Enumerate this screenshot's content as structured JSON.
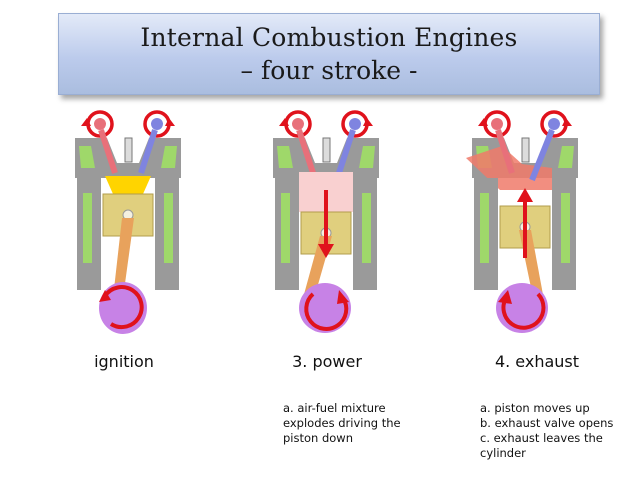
{
  "title": {
    "line1": "Internal Combustion Engines",
    "line2": "– four stroke -"
  },
  "strokes": [
    {
      "label": "ignition",
      "description": []
    },
    {
      "label": "3. power",
      "description": [
        "a. air-fuel mixture",
        "explodes driving the",
        "piston down"
      ]
    },
    {
      "label": "4. exhaust",
      "description": [
        "a. piston moves up",
        "b. exhaust valve opens",
        "c. exhaust leaves the",
        "cylinder"
      ]
    }
  ],
  "colors": {
    "intake": "#e8707a",
    "exhaust": "#7f84e0",
    "cylinder": "#9a9a9a",
    "coolant": "#9fd86a",
    "piston": "#e0cf7e",
    "rod": "#e8a25c",
    "crank": "#c782e6",
    "arrow": "#e0121c",
    "flame": "#ffd400"
  }
}
